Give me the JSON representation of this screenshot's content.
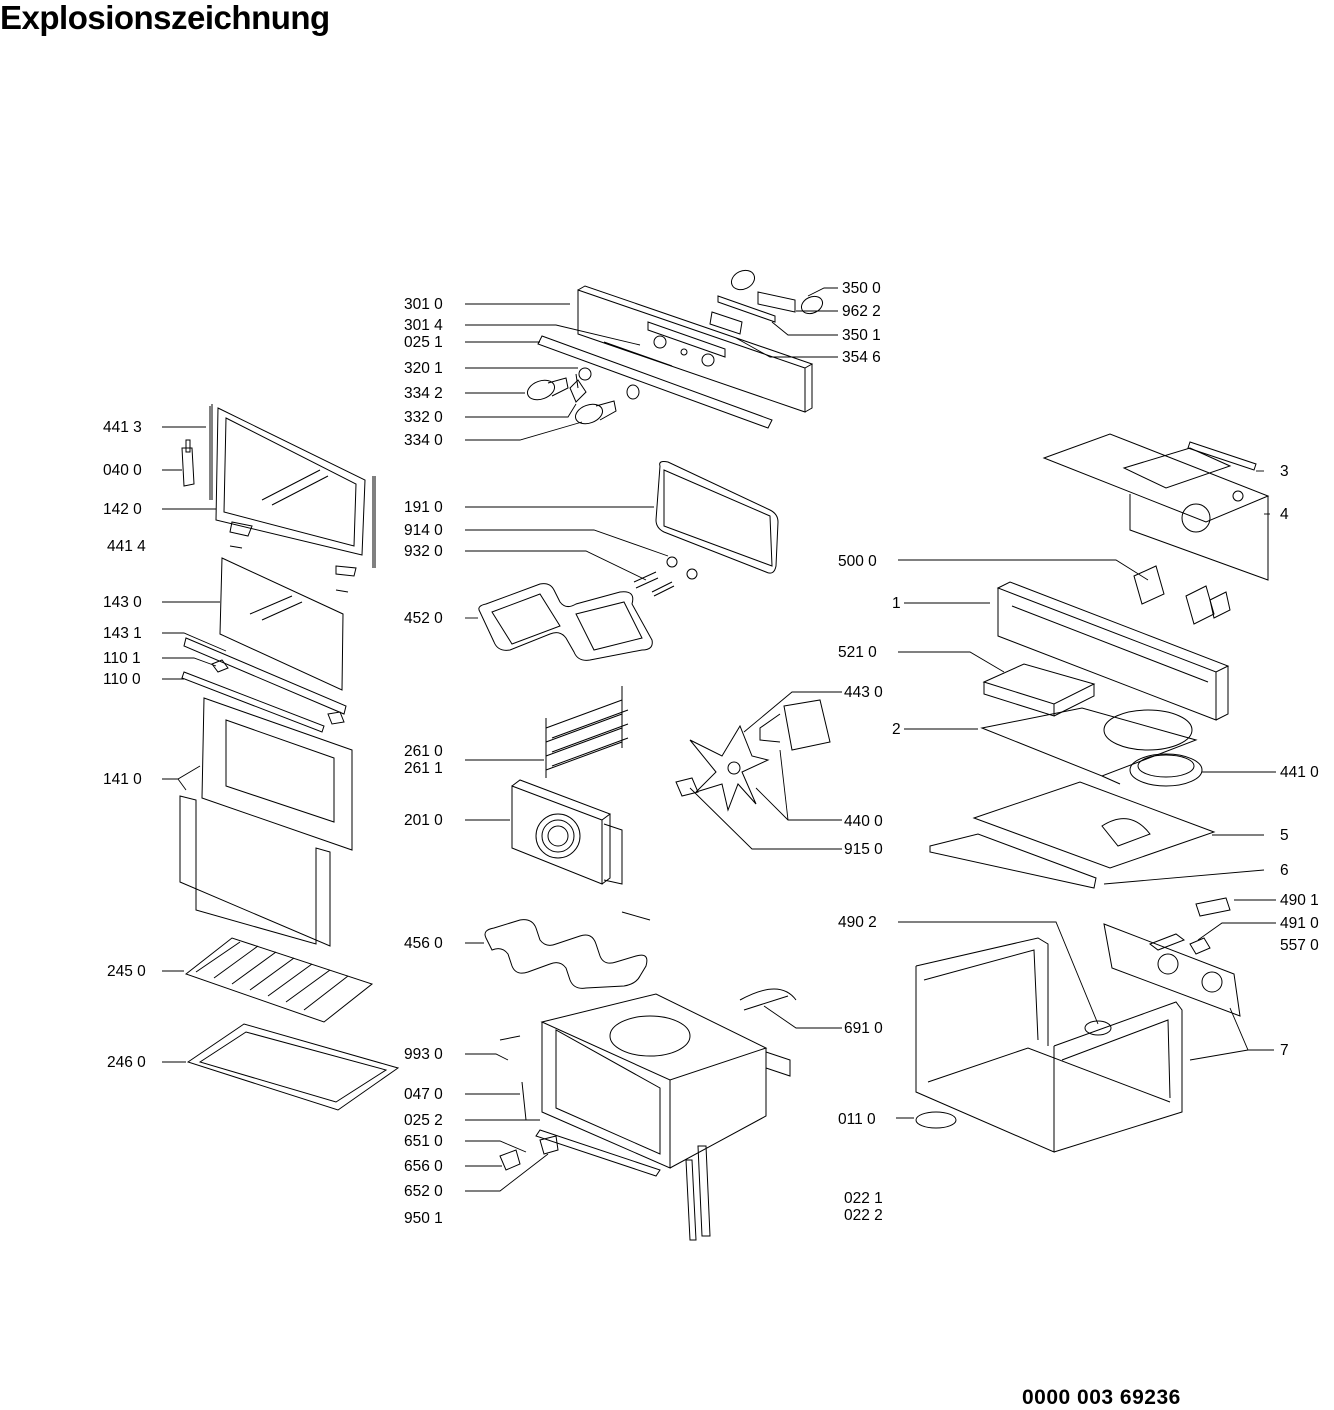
{
  "title": "Explosionszeichnung",
  "document_number": "0000 003 69236",
  "part_labels": {
    "p3010": "301 0",
    "p3014": "301 4",
    "p0251": "025 1",
    "p3201": "320 1",
    "p3342": "334 2",
    "p3320": "332 0",
    "p3340": "334 0",
    "p3500": "350 0",
    "p9622": "962 2",
    "p3501": "350 1",
    "p3546": "354 6",
    "p4413": "441 3",
    "p0400": "040 0",
    "p1420": "142 0",
    "p4414": "441 4",
    "p1430": "143 0",
    "p1431": "143 1",
    "p1101": "110 1",
    "p1100": "110 0",
    "p1410": "141 0",
    "p2450": "245 0",
    "p2460": "246 0",
    "p1910": "191 0",
    "p9140": "914 0",
    "p9320": "932 0",
    "p4520": "452 0",
    "p2610": "261 0",
    "p2611": "261 1",
    "p2010": "201 0",
    "p4560": "456 0",
    "p9930": "993 0",
    "p0470": "047 0",
    "p0252": "025 2",
    "p6510": "651 0",
    "p6560": "656 0",
    "p6520": "652 0",
    "p9501": "950 1",
    "p4430": "443 0",
    "p4400": "440 0",
    "p9150": "915 0",
    "p6910": "691 0",
    "p0110": "011 0",
    "p0221": "022 1",
    "p0222": "022 2",
    "p5000": "500 0",
    "p5210": "521 0",
    "p4410": "441 0",
    "p4901": "490 1",
    "p4910": "491 0",
    "p5570": "557 0",
    "p4902": "490 2",
    "n1": "1",
    "n2": "2",
    "n3": "3",
    "n4": "4",
    "n5": "5",
    "n6": "6",
    "n7": "7"
  }
}
